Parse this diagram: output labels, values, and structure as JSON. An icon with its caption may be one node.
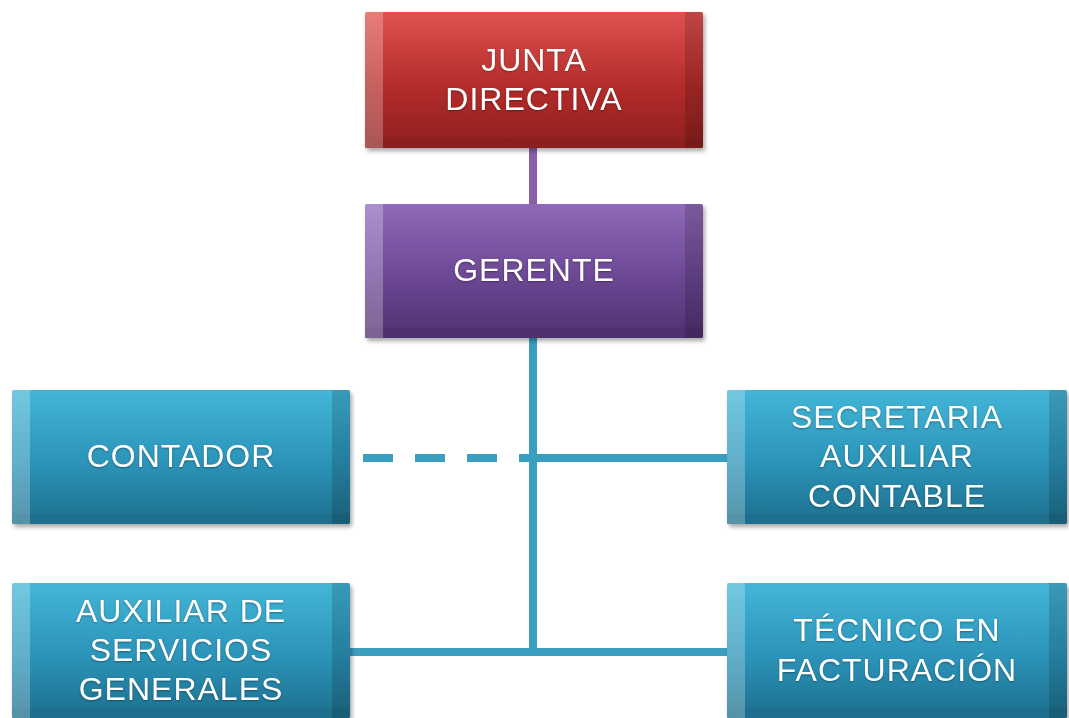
{
  "diagram": {
    "nodes": [
      {
        "text": [
          "JUNTA DIRECTIVA"
        ]
      },
      {
        "text": [
          "GERENTE"
        ]
      },
      {
        "text": [
          "CONTADOR"
        ]
      },
      {
        "text": [
          "SECRETARIA AUXILIAR CONTABLE"
        ]
      },
      {
        "text": [
          "AUXILIAR DE SERVICIOS GENERALES"
        ]
      },
      {
        "text": [
          "TÉCNICO EN FACTURACIÓN"
        ]
      }
    ],
    "edges": [
      {
        "from": 0,
        "to": 1,
        "arrow": "none",
        "color": "#8a5fa8"
      },
      {
        "from": 1,
        "to": 2,
        "arrow": "none",
        "style": "dashed"
      },
      {
        "from": 1,
        "to": 3,
        "arrow": "none"
      },
      {
        "from": 1,
        "to": 4,
        "arrow": "none"
      },
      {
        "from": 1,
        "to": 5,
        "arrow": "none"
      }
    ]
  }
}
